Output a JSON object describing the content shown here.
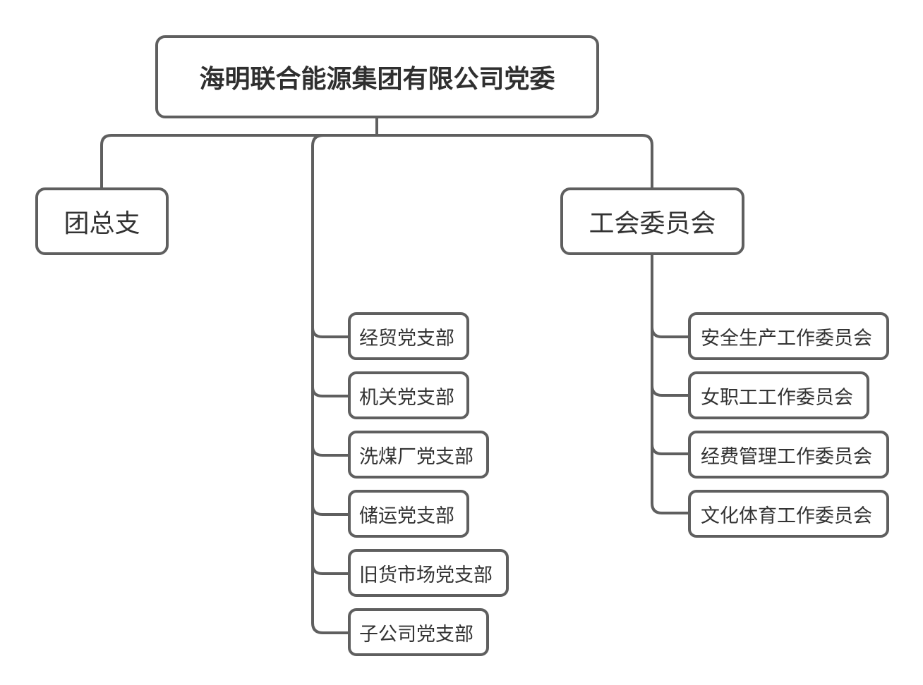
{
  "diagram": {
    "root": {
      "label": "海明联合能源集团有限公司党委"
    },
    "branches": [
      {
        "label": "团总支",
        "children": []
      },
      {
        "label": "",
        "children": [
          {
            "label": "经贸党支部"
          },
          {
            "label": "机关党支部"
          },
          {
            "label": "洗煤厂党支部"
          },
          {
            "label": "储运党支部"
          },
          {
            "label": "旧货市场党支部"
          },
          {
            "label": "子公司党支部"
          }
        ]
      },
      {
        "label": "工会委员会",
        "children": [
          {
            "label": "安全生产工作委员会"
          },
          {
            "label": "女职工工作委员会"
          },
          {
            "label": "经费管理工作委员会"
          },
          {
            "label": "文化体育工作委员会"
          }
        ]
      }
    ]
  },
  "colors": {
    "line": "#5f5f5f",
    "border": "#5f5f5f",
    "text": "#333333",
    "background": "#ffffff"
  }
}
